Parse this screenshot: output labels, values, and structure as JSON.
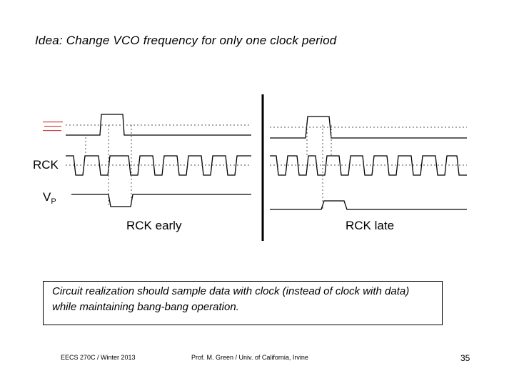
{
  "slide": {
    "title": "Idea: Change VCO frequency for only one clock period",
    "labels": {
      "rck": "RCK",
      "vp_main": "V",
      "vp_sub": "P"
    },
    "captions": {
      "early": "RCK early",
      "late": "RCK late"
    },
    "note": {
      "line1": "Circuit realization should sample data with clock (instead of clock with data)",
      "line2": "while maintaining bang-bang operation."
    },
    "footer": {
      "course": "EECS 270C / Winter 2013",
      "author": "Prof. M. Green / Univ. of California, Irvine",
      "page": "35"
    }
  },
  "colors": {
    "waveform": "#000000",
    "dotted": "#555555",
    "tiny_annotation": "#d04040"
  }
}
